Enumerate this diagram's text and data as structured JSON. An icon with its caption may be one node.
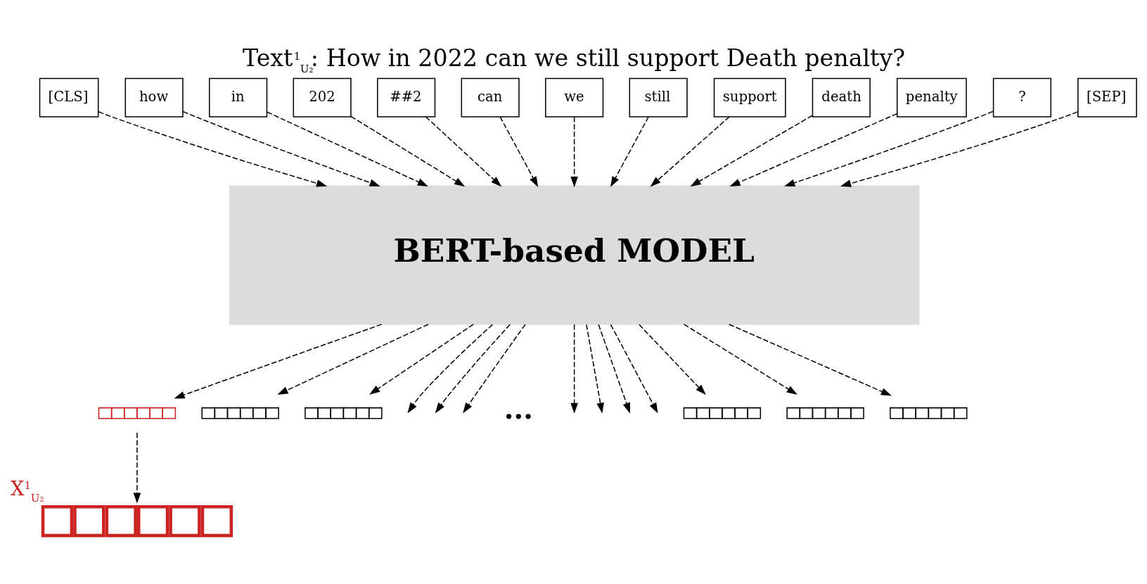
{
  "diagram": {
    "title": "Text$^{1}$$_{U₂}$: How in 2022 can we still support Death penalty?",
    "nodes": [
      {
        "text": [
          "[CLS]"
        ]
      },
      {
        "text": [
          "how"
        ]
      },
      {
        "text": [
          "in"
        ]
      },
      {
        "text": [
          "202"
        ]
      },
      {
        "text": [
          "##2"
        ]
      },
      {
        "text": [
          "can"
        ]
      },
      {
        "text": [
          "we"
        ]
      },
      {
        "text": [
          "still"
        ]
      },
      {
        "text": [
          "support"
        ]
      },
      {
        "text": [
          "death"
        ]
      },
      {
        "text": [
          "penalty"
        ]
      },
      {
        "text": [
          "?"
        ]
      },
      {
        "text": [
          "[SEP]"
        ]
      },
      {
        "text": [
          "BERT-based MODEL"
        ]
      },
      {
        "text": [],
        "shape": "box"
      },
      {
        "text": [],
        "shape": "box"
      },
      {
        "text": [],
        "shape": "box"
      },
      {
        "text": [],
        "shape": "box"
      },
      {
        "text": [],
        "shape": "box"
      },
      {
        "text": [],
        "shape": "box"
      },
      {
        "text": [],
        "shape": "box",
        "beside": [
          "X$^{1}$$_{U₂}$"
        ]
      }
    ],
    "edges": [
      {
        "from": 0,
        "to": 13,
        "arrow": "to",
        "style": "dashed"
      },
      {
        "from": 1,
        "to": 13,
        "arrow": "to",
        "style": "dashed"
      },
      {
        "from": 2,
        "to": 13,
        "arrow": "to",
        "style": "dashed"
      },
      {
        "from": 3,
        "to": 13,
        "arrow": "to",
        "style": "dashed"
      },
      {
        "from": 4,
        "to": 13,
        "arrow": "to",
        "style": "dashed"
      },
      {
        "from": 5,
        "to": 13,
        "arrow": "to",
        "style": "dashed"
      },
      {
        "from": 6,
        "to": 13,
        "arrow": "to",
        "style": "dashed"
      },
      {
        "from": 7,
        "to": 13,
        "arrow": "to",
        "style": "dashed"
      },
      {
        "from": 8,
        "to": 13,
        "arrow": "to",
        "style": "dashed"
      },
      {
        "from": 9,
        "to": 13,
        "arrow": "to",
        "style": "dashed"
      },
      {
        "from": 10,
        "to": 13,
        "arrow": "to",
        "style": "dashed"
      },
      {
        "from": 11,
        "to": 13,
        "arrow": "to",
        "style": "dashed"
      },
      {
        "from": 12,
        "to": 13,
        "arrow": "to",
        "style": "dashed"
      },
      {
        "from": 13,
        "to": 14,
        "arrow": "to",
        "style": "dashed"
      },
      {
        "from": 13,
        "to": 15,
        "arrow": "to",
        "style": "dashed"
      },
      {
        "from": 13,
        "to": 16,
        "arrow": "to",
        "style": "dashed"
      },
      {
        "from": 13,
        "to": null,
        "arrow": "to",
        "style": "dashed"
      },
      {
        "from": 13,
        "to": null,
        "arrow": "to",
        "style": "dashed"
      },
      {
        "from": 13,
        "to": null,
        "arrow": "to",
        "style": "dashed"
      },
      {
        "from": 13,
        "to": null,
        "arrow": "to",
        "style": "dashed"
      },
      {
        "from": 13,
        "to": null,
        "arrow": "to",
        "style": "dashed"
      },
      {
        "from": 13,
        "to": null,
        "arrow": "to",
        "style": "dashed"
      },
      {
        "from": 13,
        "to": null,
        "arrow": "to",
        "style": "dashed"
      },
      {
        "from": 13,
        "to": 17,
        "arrow": "to",
        "style": "dashed"
      },
      {
        "from": 13,
        "to": 18,
        "arrow": "to",
        "style": "dashed"
      },
      {
        "from": 13,
        "to": 19,
        "arrow": "to",
        "style": "dashed"
      },
      {
        "from": 14,
        "to": 20,
        "arrow": "to",
        "style": "dashed"
      }
    ],
    "labels": [
      "..."
    ]
  }
}
